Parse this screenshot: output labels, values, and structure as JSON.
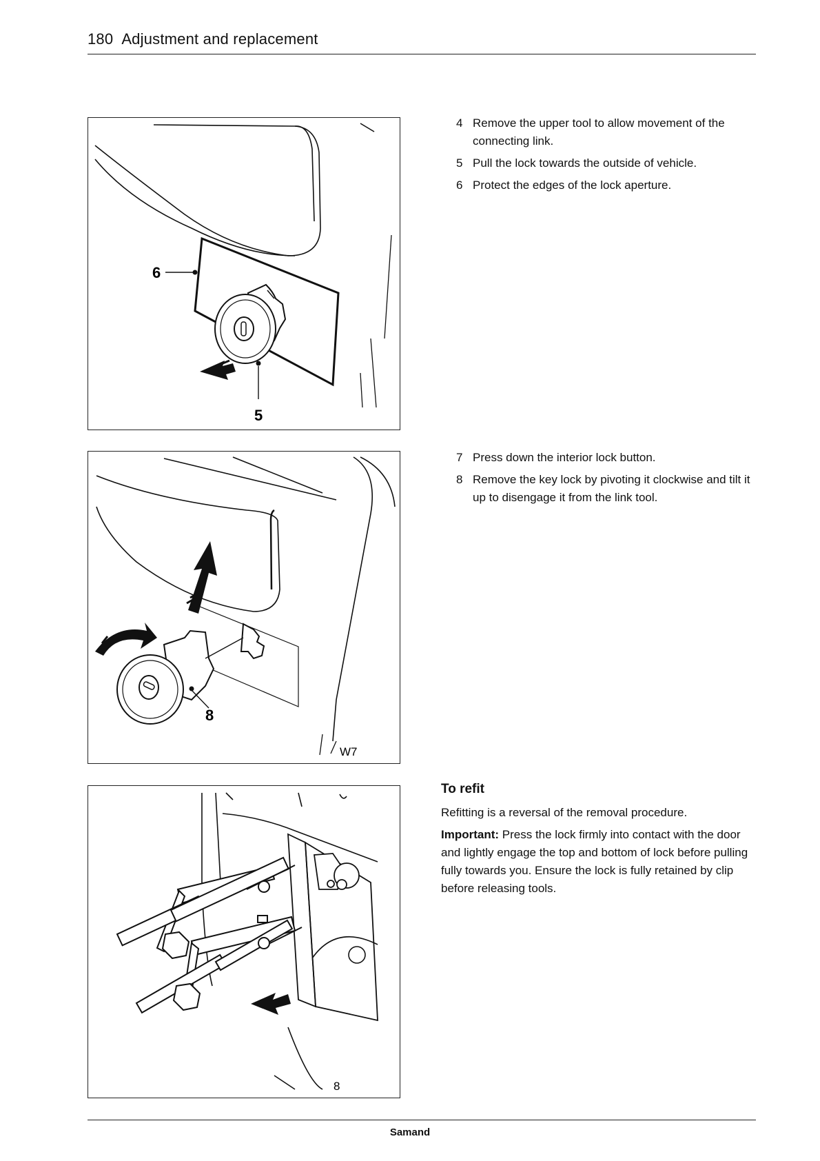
{
  "header": {
    "page_number": "180",
    "title": "Adjustment and replacement"
  },
  "figures": [
    {
      "callouts": [
        "6",
        "5"
      ]
    },
    {
      "callouts": [
        "8"
      ],
      "code": "W7"
    },
    {
      "code": "8"
    }
  ],
  "steps_group_1": [
    {
      "num": "4",
      "text": "Remove the upper tool to allow movement of the connecting link."
    },
    {
      "num": "5",
      "text": "Pull the lock towards the outside of vehicle."
    },
    {
      "num": "6",
      "text": "Protect the edges of the lock aperture."
    }
  ],
  "steps_group_2": [
    {
      "num": "7",
      "text": "Press down the interior lock button."
    },
    {
      "num": "8",
      "text": "Remove the key lock by pivoting it clockwise and tilt it up to disengage it from the link tool."
    }
  ],
  "refit": {
    "heading": "To refit",
    "para1": "Refitting is a reversal of the removal procedure.",
    "important_label": "Important:",
    "important_text": " Press the lock firmly into contact with the door and lightly engage the top and bottom of lock before pulling fully towards you. Ensure the lock is fully retained by clip before releasing tools."
  },
  "footer": {
    "brand": "Samand"
  }
}
